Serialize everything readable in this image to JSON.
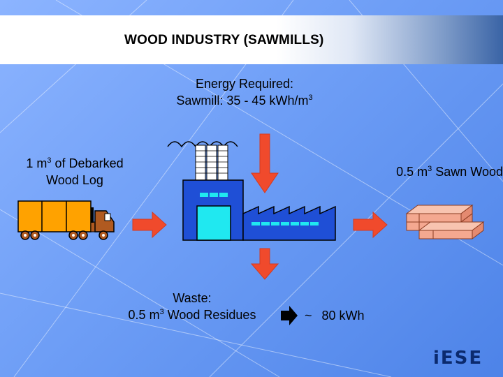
{
  "slide": {
    "title": "WOOD INDUSTRY (SAWMILLS)",
    "energy_required": {
      "line1": "Energy Required:",
      "line2_prefix": "Sawmill: 35 - 45 kWh/m",
      "line2_sup": "3"
    },
    "input_label": {
      "line1_prefix": "1 m",
      "line1_sup": "3",
      "line1_suffix": " of Debarked",
      "line2": "Wood Log"
    },
    "output_label": {
      "prefix": "0.5 m",
      "sup": "3",
      "suffix": " Sawn Wood"
    },
    "waste_label": {
      "line1": "Waste:",
      "line2_prefix": "0.5 m",
      "line2_sup": "3",
      "line2_suffix": " Wood Residues"
    },
    "energy_output": {
      "tilde": "~",
      "value": "80 kWh"
    },
    "logo": {
      "text": "iESE",
      "letters": "ESE"
    },
    "icons": {
      "truck": "truck-icon",
      "factory": "factory-icon",
      "lumber": "lumber-stack-icon",
      "arrow_red": "red-arrow-icon",
      "arrow_black": "black-arrow-icon"
    },
    "colors": {
      "arrow_red": "#f04a2c",
      "truck_body": "#ffa200",
      "factory_blue": "#1f4fd6",
      "factory_door": "#20e8f0",
      "lumber": "#f4a890",
      "title_band": "#ffffff",
      "background": "#6e9ef6"
    }
  }
}
